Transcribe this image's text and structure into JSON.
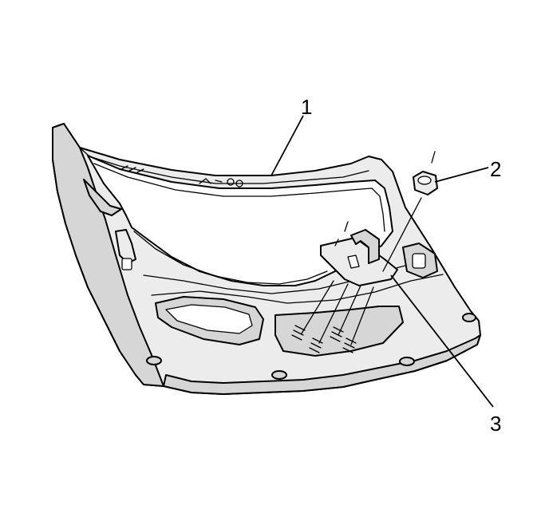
{
  "diagram": {
    "callouts": [
      {
        "id": "1",
        "label": "1"
      },
      {
        "id": "2",
        "label": "2"
      },
      {
        "id": "3",
        "label": "3"
      }
    ],
    "colors": {
      "line": "#000000",
      "panel_fill": "#ececec",
      "panel_shadow": "#d6d6d6",
      "background": "#ffffff"
    }
  }
}
